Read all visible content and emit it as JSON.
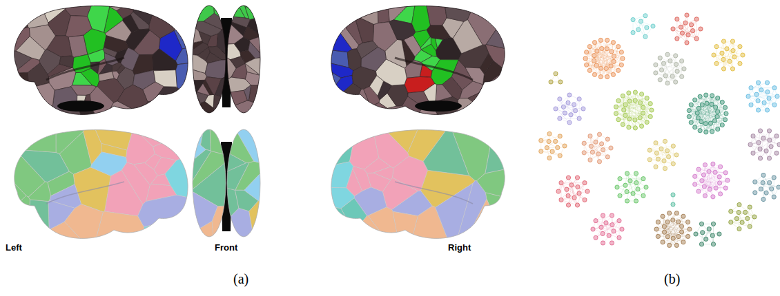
{
  "diagram": {
    "labels": [
      "Left",
      "Front",
      "Right",
      "(a)",
      "(b)"
    ]
  }
}
